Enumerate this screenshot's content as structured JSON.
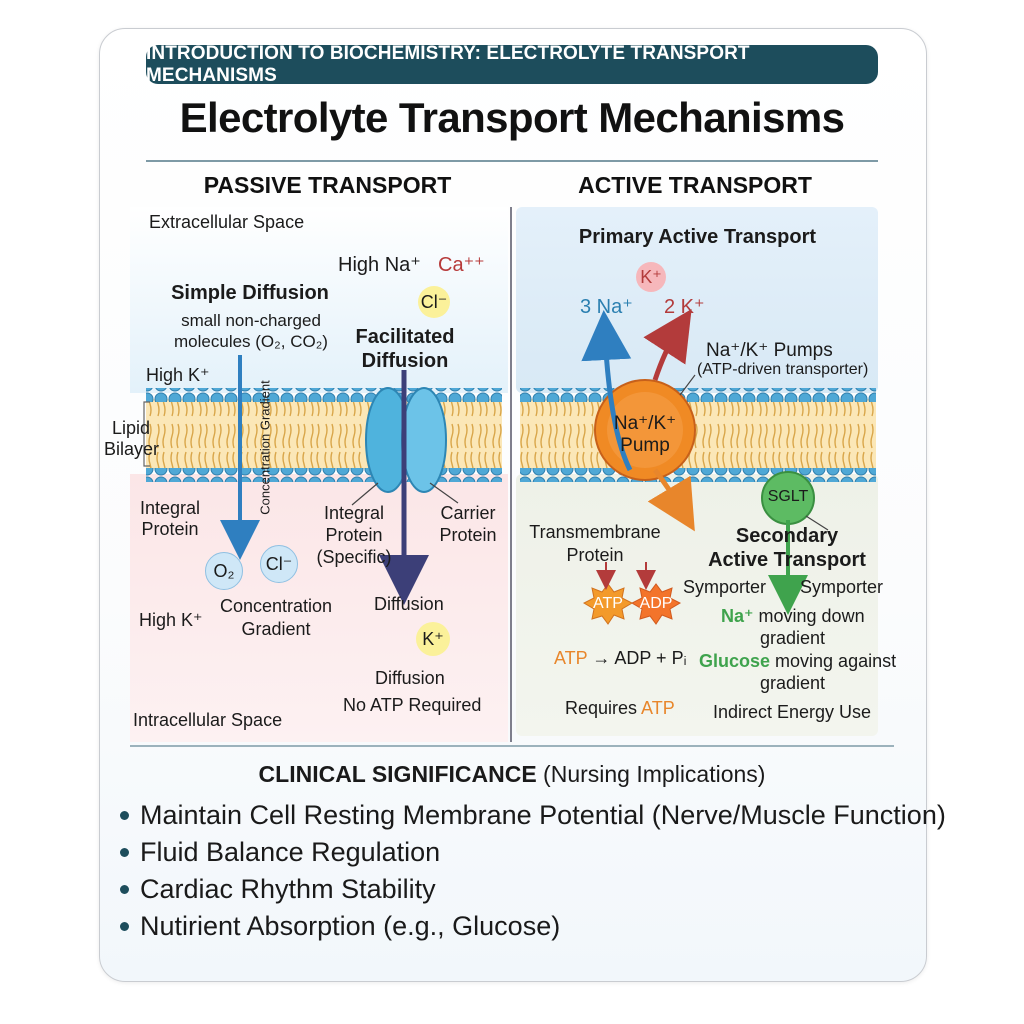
{
  "header": {
    "banner": "INTRODUCTION TO BIOCHEMISTRY: ELECTROLYTE TRANSPORT MECHANISMS",
    "title": "Electrolyte Transport Mechanisms"
  },
  "passive": {
    "heading": "PASSIVE TRANSPORT",
    "extracellular": "Extracellular Space",
    "intracellular": "Intracellular Space",
    "high_na": "High Na⁺",
    "ca": "Ca⁺⁺",
    "cl_top": "Cl⁻",
    "simple_diffusion": "Simple Diffusion",
    "small_molecules_1": "small non-charged",
    "small_molecules_2": "molecules (O₂, CO₂)",
    "high_k_top": "High K⁺",
    "lipid": "Lipid",
    "bilayer": "Bilayer",
    "gradient_vertical": "Concentration Gradient",
    "facilitated_1": "Facilitated",
    "facilitated_2": "Diffusion",
    "integral_protein_1": "Integral",
    "integral_protein_2": "Protein",
    "integral_specific_1": "Integral",
    "integral_specific_2": "Protein",
    "integral_specific_3": "(Specific)",
    "carrier_1": "Carrier",
    "carrier_2": "Protein",
    "o2": "O₂",
    "cl_bottom": "Cl⁻",
    "high_k_bottom": "High K⁺",
    "conc_gradient_1": "Concentration",
    "conc_gradient_2": "Gradient",
    "diffusion_1": "Diffusion",
    "k_ion": "K⁺",
    "diffusion_2": "Diffusion",
    "no_atp": "No ATP Required"
  },
  "active": {
    "heading": "ACTIVE TRANSPORT",
    "primary": "Primary Active Transport",
    "k_top": "K⁺",
    "three_na": "3 Na⁺",
    "two_k": "2 K⁺",
    "pumps_1": "Na⁺/K⁺  Pumps",
    "pumps_2": "(ATP-driven transporter)",
    "pump_1": "Na⁺/K⁺",
    "pump_2": "Pump",
    "sglt": "SGLT",
    "transmembrane_1": "Transmembrane",
    "transmembrane_2": "Protein",
    "secondary_1": "Secondary",
    "secondary_2": "Active Transport",
    "symporter_left": "Symporter",
    "symporter_right": "Symporter",
    "atp": "ATP",
    "adp": "ADP",
    "na_prefix": "Na⁺",
    "na_suffix": " moving down",
    "gradient_1": "gradient",
    "reaction_atp": "ATP",
    "reaction_rest": " → ADP + Pᵢ",
    "glucose_prefix": "Glucose",
    "glucose_suffix": " moving against",
    "gradient_2": "gradient",
    "requires_prefix": "Requires ",
    "requires_atp": "ATP",
    "indirect": "Indirect Energy Use"
  },
  "clinical": {
    "title_bold": "CLINICAL SIGNIFICANCE",
    "title_rest": " (Nursing Implications)",
    "items": [
      "Maintain Cell Resting Membrane Potential (Nerve/Muscle Function)",
      "Fluid Balance Regulation",
      "Cardiac Rhythm Stability",
      "Nutirient Absorption (e.g., Glucose)"
    ]
  },
  "colors": {
    "banner": "#1d4d5c",
    "na_blue": "#2b7fb0",
    "ca_red": "#b73a3a",
    "atp_orange": "#e8862b",
    "sglt_green": "#4caf50",
    "extracellular_bg": "#e8f3fb",
    "intracellular_bg": "#fbe9ea",
    "channel_blue": "#4fb3dd",
    "pump_orange": "#f08a24"
  }
}
